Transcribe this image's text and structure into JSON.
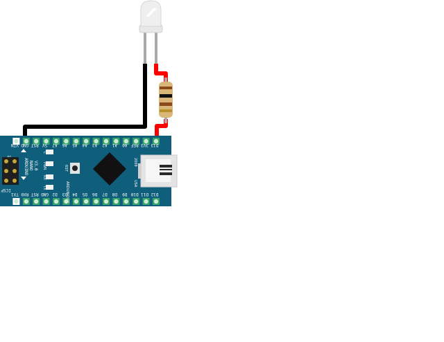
{
  "board": {
    "name": "ARDUINO",
    "model": "NANO",
    "version": "V3.0",
    "site": "ARDUINO.CC",
    "year": "2009",
    "usa": "USA",
    "rst_label": "RST",
    "icsp_label": "ICSP",
    "icsp_pin1": "1",
    "leds": [
      "L",
      "PWR",
      "RX",
      "TX"
    ],
    "top_header": [
      "D13",
      "3V3",
      "REF",
      "A0",
      "A1",
      "A2",
      "A3",
      "A4",
      "A5",
      "A6",
      "A7",
      "5V",
      "RST",
      "GND",
      "VIN"
    ],
    "bottom_header": [
      "D12",
      "D11",
      "D10",
      "D9",
      "D8",
      "D7",
      "D6",
      "D5",
      "D4",
      "D3",
      "D2",
      "GND",
      "RST",
      "RX0",
      "TX1"
    ]
  },
  "components": {
    "led": "led",
    "resistor": "resistor"
  },
  "colors": {
    "board": "#0e5e7c",
    "wire_gnd": "#000000",
    "wire_signal": "#ff0000",
    "led_leg": "#a7aaa9",
    "resistor_body": "#d8b778"
  }
}
